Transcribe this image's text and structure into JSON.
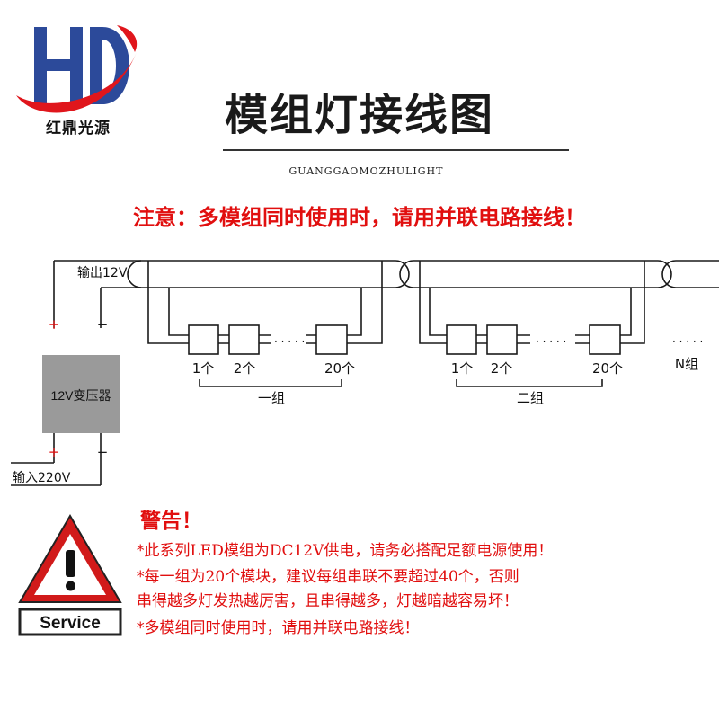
{
  "logo": {
    "letters": "HD",
    "brand_text": "红鼎光源",
    "colors": {
      "blue": "#2c4a9a",
      "red": "#e0161c"
    }
  },
  "title": "模组灯接线图",
  "subtitle": "GUANGGAOMOZHULIGHT",
  "notice": "注意：多模组同时使用时，请用并联电路接线！",
  "diagram": {
    "output_label": "输出12V",
    "input_label": "输入220V",
    "transformer_label": "12V变压器",
    "plus": "+",
    "minus": "−",
    "dots": "· · · · ·",
    "groups": [
      {
        "units": [
          "1个",
          "2个",
          "20个"
        ],
        "name": "一组"
      },
      {
        "units": [
          "1个",
          "2个",
          "20个"
        ],
        "name": "二组"
      }
    ],
    "n_group": "N组",
    "colors": {
      "wire": "#1a1a1a",
      "transformer": "#9a9a9a"
    }
  },
  "warning": {
    "title": "警告！",
    "lines": [
      "*此系列LED模组为DC12V供电，请务必搭配足额电源使用！",
      "*每一组为20个模块，建议每组串联不要超过40个，否则",
      "串得越多灯发热越厉害，且串得越多，灯越暗越容易坏！",
      "*多模组同时使用时，请用并联电路接线！"
    ],
    "sign_label": "Service",
    "sign_symbol": "!",
    "colors": {
      "red": "#e10f0f",
      "sign_red": "#d11a1a"
    }
  }
}
